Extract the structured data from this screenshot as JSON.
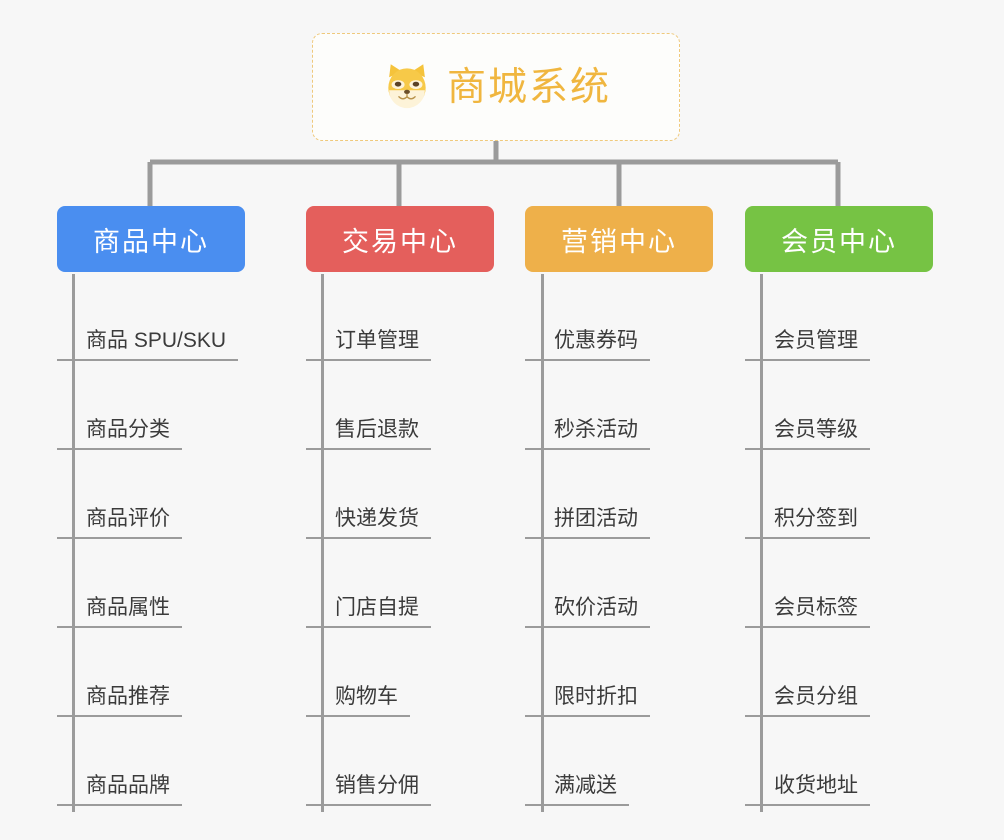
{
  "root": {
    "title": "商城系统",
    "icon": "shiba-dog-icon",
    "color": "#f0b63f",
    "border_color": "#efc97c"
  },
  "colors": {
    "background": "#f7f7f7",
    "connector": "#9b9b9b",
    "leaf_text": "#3b3b3b",
    "leaf_rule": "#9b9b9b"
  },
  "branches": [
    {
      "label": "商品中心",
      "color": "#4a8ef0",
      "items": [
        "商品 SPU/SKU",
        "商品分类",
        "商品评价",
        "商品属性",
        "商品推荐",
        "商品品牌"
      ]
    },
    {
      "label": "交易中心",
      "color": "#e45f5c",
      "items": [
        "订单管理",
        "售后退款",
        "快递发货",
        "门店自提",
        "购物车",
        "销售分佣"
      ]
    },
    {
      "label": "营销中心",
      "color": "#eeb04a",
      "items": [
        "优惠券码",
        "秒杀活动",
        "拼团活动",
        "砍价活动",
        "限时折扣",
        "满减送"
      ]
    },
    {
      "label": "会员中心",
      "color": "#76c344",
      "items": [
        "会员管理",
        "会员等级",
        "积分签到",
        "会员标签",
        "会员分组",
        "收货地址"
      ]
    }
  ]
}
